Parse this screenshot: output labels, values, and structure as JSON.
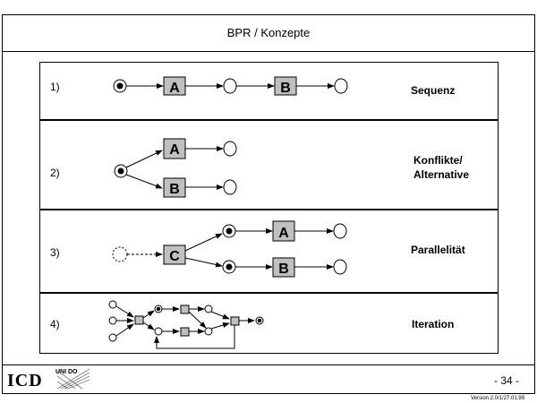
{
  "header": {
    "title": "BPR / Konzepte"
  },
  "rows": [
    {
      "number": "1)",
      "label_lines": [
        "Sequenz"
      ],
      "nodes": [
        "A",
        "B"
      ]
    },
    {
      "number": "2)",
      "label_lines": [
        "Konflikte/",
        "Alternative"
      ],
      "nodes": [
        "A",
        "B"
      ]
    },
    {
      "number": "3)",
      "label_lines": [
        "Parallelität"
      ],
      "nodes": [
        "C",
        "A",
        "B"
      ]
    },
    {
      "number": "4)",
      "label_lines": [
        "Iteration"
      ],
      "nodes": []
    }
  ],
  "footer": {
    "logo_text": "ICD",
    "uni_logo_text": "UNI DO",
    "page_number": "- 34 -",
    "version": "Version 2.0/1/27.01.99"
  },
  "colors": {
    "box_fill": "#c0c0c0",
    "stroke": "#000000",
    "background": "#ffffff"
  }
}
